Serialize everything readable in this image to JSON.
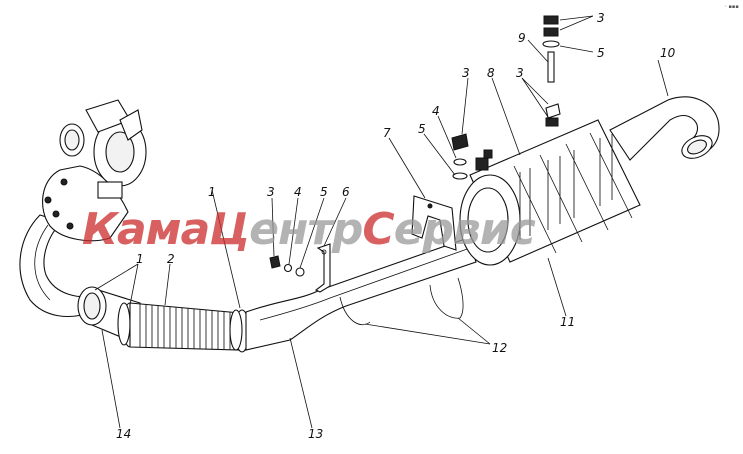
{
  "corner_mark": "◦ ▪▪▪",
  "watermark": {
    "part1": "Кама",
    "part2": "Ц",
    "part3": "ентр",
    "part4": "С",
    "part5": "ервис",
    "color_main": "#cc2b2b",
    "color_gray": "#9a9a9a"
  },
  "callouts": [
    "3",
    "9",
    "5",
    "10",
    "3",
    "8",
    "3",
    "4",
    "5",
    "7",
    "1",
    "3",
    "4",
    "5",
    "6",
    "1",
    "2",
    "12",
    "11",
    "14",
    "13"
  ]
}
